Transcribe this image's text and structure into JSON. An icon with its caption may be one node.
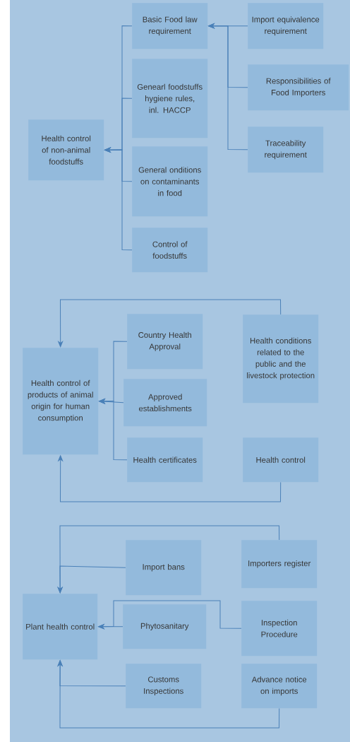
{
  "diagram": {
    "nodes": [
      {
        "text": [
          "Health control of non-animal foodstuffs"
        ]
      },
      {
        "text": [
          "Basic Food law requirement"
        ]
      },
      {
        "text": [
          "Genearl foodstuffs hygiene rules, inl. HACCP"
        ]
      },
      {
        "text": [
          "General onditions on contaminants in food"
        ]
      },
      {
        "text": [
          "Control of foodstuffs"
        ]
      },
      {
        "text": [
          "Import equivalence requirement"
        ]
      },
      {
        "text": [
          "Responsibilities of Food Importers"
        ]
      },
      {
        "text": [
          "Traceability requirement"
        ]
      },
      {
        "text": [
          "Health control of products of animal origin for human consumption"
        ]
      },
      {
        "text": [
          "Country Health Approval"
        ]
      },
      {
        "text": [
          "Approved establishments"
        ]
      },
      {
        "text": [
          "Health certificates"
        ]
      },
      {
        "text": [
          "Health conditions related to the public and the livestock protection"
        ]
      },
      {
        "text": [
          "Health control"
        ]
      },
      {
        "text": [
          "Plant health control"
        ]
      },
      {
        "text": [
          "Import bans"
        ]
      },
      {
        "text": [
          "Importers register"
        ]
      },
      {
        "text": [
          "Phytosanitary"
        ]
      },
      {
        "text": [
          "Inspection Procedure"
        ]
      },
      {
        "text": [
          "Customs Inspections"
        ]
      },
      {
        "text": [
          "Advance notice on imports"
        ]
      }
    ],
    "edges": [
      {
        "from": 1,
        "to": 0,
        "arrow": "to"
      },
      {
        "from": 2,
        "to": 0,
        "arrow": "to"
      },
      {
        "from": 3,
        "to": 0,
        "arrow": "to"
      },
      {
        "from": 4,
        "to": 0,
        "arrow": "to"
      },
      {
        "from": 5,
        "to": 1,
        "arrow": "to"
      },
      {
        "from": 6,
        "to": 1,
        "arrow": "to"
      },
      {
        "from": 7,
        "to": 1,
        "arrow": "to"
      },
      {
        "from": 9,
        "to": 8,
        "arrow": "to"
      },
      {
        "from": 10,
        "to": 8,
        "arrow": "to"
      },
      {
        "from": 11,
        "to": 8,
        "arrow": "to"
      },
      {
        "from": 12,
        "to": 8,
        "arrow": "to"
      },
      {
        "from": 13,
        "to": 8,
        "arrow": "to"
      },
      {
        "from": 16,
        "to": 14,
        "arrow": "to"
      },
      {
        "from": 15,
        "to": 14,
        "arrow": "to"
      },
      {
        "from": 17,
        "to": 14,
        "arrow": "to"
      },
      {
        "from": 18,
        "to": 14,
        "arrow": "to"
      },
      {
        "from": 19,
        "to": 14,
        "arrow": "to"
      },
      {
        "from": 20,
        "to": 14,
        "arrow": "to"
      }
    ]
  }
}
